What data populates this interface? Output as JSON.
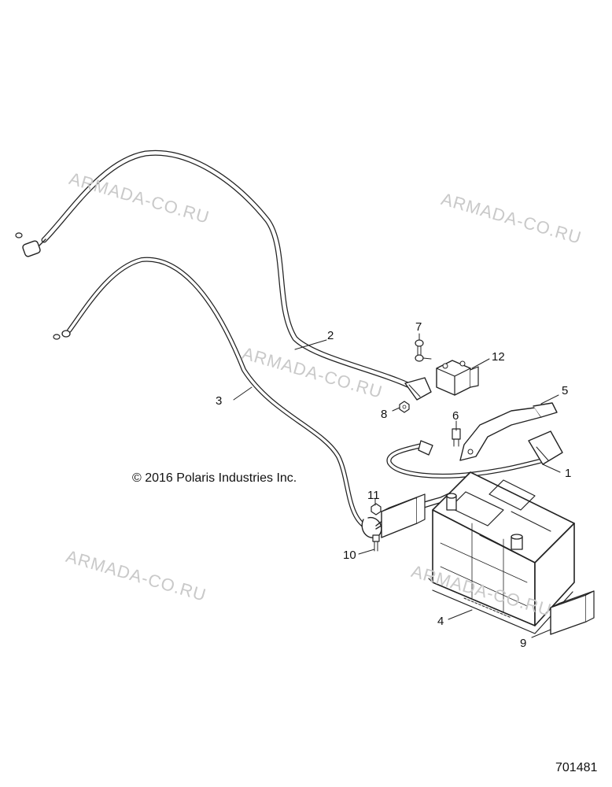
{
  "copyright": "© 2016 Polaris Industries Inc.",
  "figure_number": "701481",
  "watermark": "ARMADA-CO.RU",
  "callouts": {
    "c1": "1",
    "c2": "2",
    "c3": "3",
    "c4": "4",
    "c5": "5",
    "c6": "6",
    "c7": "7",
    "c8": "8",
    "c9": "9",
    "c10": "10",
    "c11": "11",
    "c12": "12"
  }
}
